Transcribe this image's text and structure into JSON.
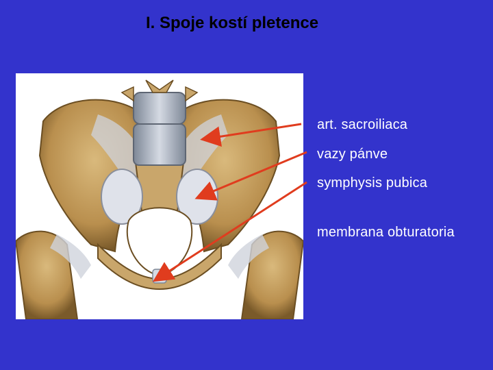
{
  "slide": {
    "title": "I. Spoje kostí pletence",
    "background_color": "#3333cc"
  },
  "figure": {
    "subject": "pelvis-illustration"
  },
  "labels": [
    {
      "text": "art. sacroiliaca"
    },
    {
      "text": "vazy pánve"
    },
    {
      "text": "symphysis pubica"
    },
    {
      "text": "membrana obturatoria"
    }
  ],
  "colors": {
    "arrow": "#e03c1e",
    "bone": "#c9a66b",
    "bone_dark": "#8c6a35",
    "ligament": "#c8ccd6",
    "label_text": "#ffffff"
  }
}
